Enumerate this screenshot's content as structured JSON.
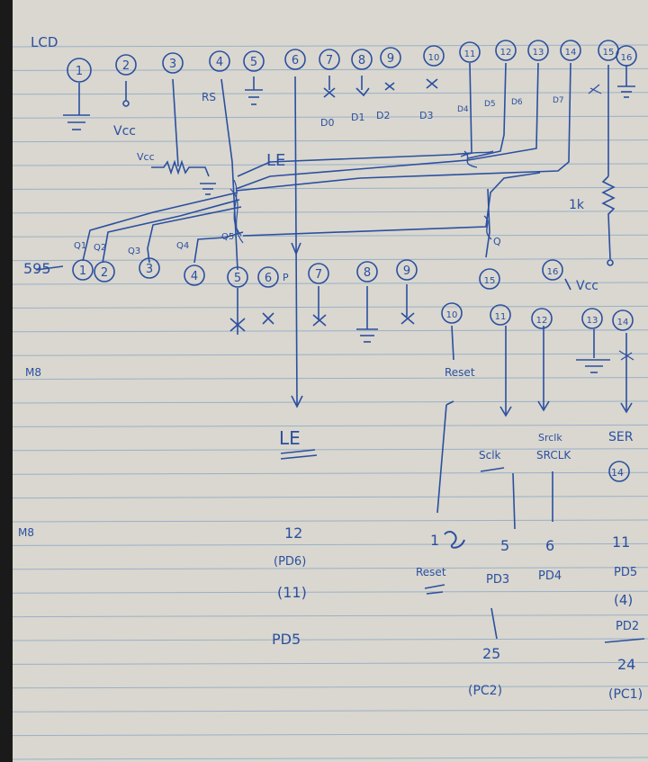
{
  "sheet": {
    "paper_color": "#d9d7cf",
    "rule_color": "#9bb0c8",
    "ink_color": "#2b4fa0",
    "margin_color": "#1a1a1a"
  },
  "lcd": {
    "title": "LCD",
    "pins": [
      "1",
      "2",
      "3",
      "4",
      "5",
      "6",
      "7",
      "8",
      "9",
      "10",
      "11",
      "12",
      "13",
      "14",
      "15",
      "16"
    ],
    "labels": {
      "vcc": "Vcc",
      "vcc_pot": "Vcc",
      "rs": "RS",
      "le": "LE",
      "d0": "D0",
      "d1": "D1",
      "d2": "D2",
      "d3": "D3",
      "d4": "D4",
      "d5": "D5",
      "d6": "D6",
      "d7": "D7",
      "resistor": "1k"
    }
  },
  "sr595": {
    "title": "595",
    "outputs": [
      "Q1",
      "Q2",
      "Q3",
      "Q4",
      "Q5"
    ],
    "pins": [
      "1",
      "2",
      "3",
      "4",
      "5",
      "6",
      "7",
      "8",
      "9",
      "10",
      "11",
      "12",
      "13",
      "14",
      "15",
      "16"
    ],
    "labels": {
      "p": "P",
      "q_bottom": "Q",
      "vcc": "Vcc",
      "reset": "Reset",
      "sclk": "Sclk",
      "srclk": "Srclk",
      "srclk2": "SRCLK",
      "ser": "SER",
      "pin14_circled": "14"
    }
  },
  "mcu": {
    "title_a": "M8",
    "title_b": "M8",
    "le": "LE",
    "le_pin": "12",
    "le_port": "(PD6)",
    "le_alt": "(11)",
    "le_port2": "PD5",
    "reset_pin": "1",
    "reset_label": "Reset",
    "sclk_pin": "5",
    "sclk_port": "PD3",
    "sclk_pin2": "25",
    "sclk_port2": "(PC2)",
    "srclk_pin": "6",
    "srclk_port": "PD4",
    "ser_pin": "11",
    "ser_port": "PD5",
    "ser_alt": "(4)",
    "ser_port2": "PD2",
    "ser_pin2": "24",
    "ser_port3": "(PC1)"
  }
}
